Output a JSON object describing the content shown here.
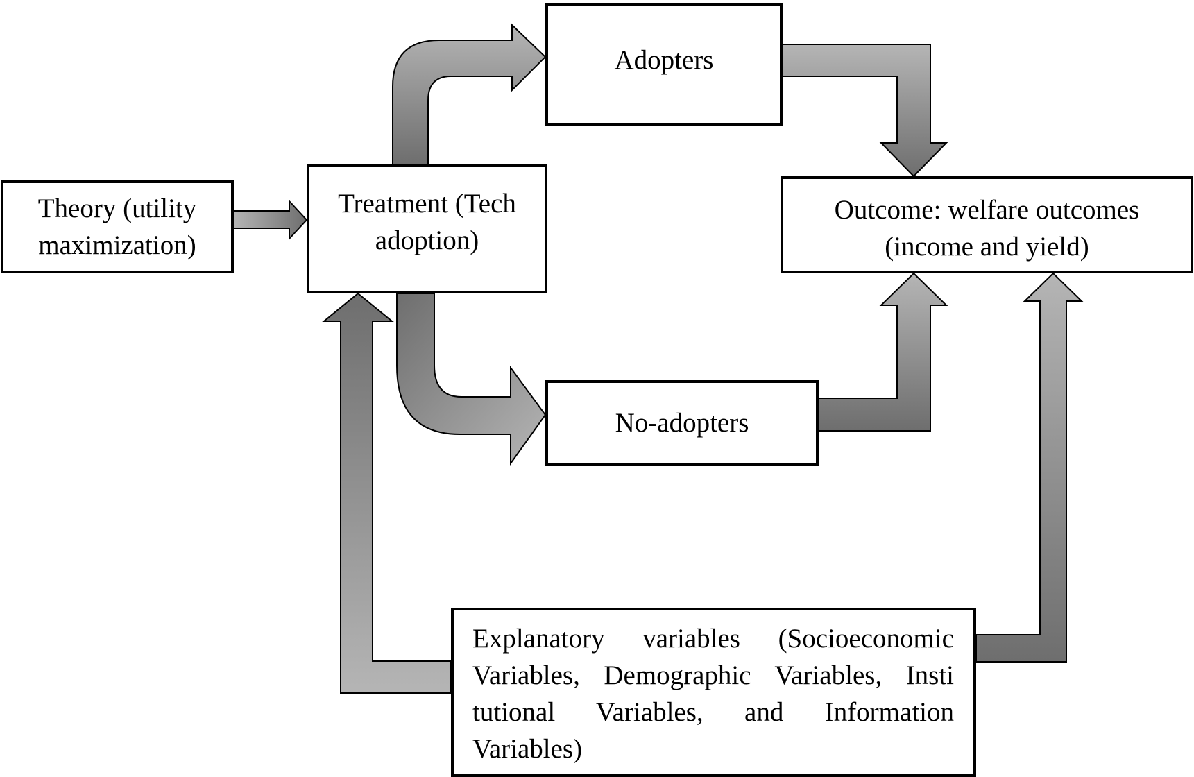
{
  "diagram": {
    "nodes": {
      "theory": {
        "line1": "Theory (utility",
        "line2": "maximization)"
      },
      "treatment": {
        "line1": "Treatment (Tech",
        "line2": "adoption)"
      },
      "adopters": {
        "label": "Adopters"
      },
      "outcome": {
        "line1": "Outcome: welfare outcomes",
        "line2": "(income and yield)"
      },
      "non_adopters": {
        "label": "No-adopters"
      },
      "explanatory": {
        "lines": [
          "Explanatory variables (Socioeconomic",
          "Variables, Demographic Variables, Insti",
          "tutional Variables, and Information",
          "Variables)"
        ]
      }
    },
    "edges": [
      {
        "from": "theory",
        "to": "treatment"
      },
      {
        "from": "treatment",
        "to": "adopters"
      },
      {
        "from": "treatment",
        "to": "non_adopters"
      },
      {
        "from": "adopters",
        "to": "outcome"
      },
      {
        "from": "non_adopters",
        "to": "outcome"
      },
      {
        "from": "explanatory",
        "to": "treatment"
      },
      {
        "from": "explanatory",
        "to": "outcome"
      }
    ],
    "colors": {
      "arrow_light": "#b5b5b5",
      "arrow_dark": "#6e6e6e",
      "border": "#000000"
    }
  }
}
